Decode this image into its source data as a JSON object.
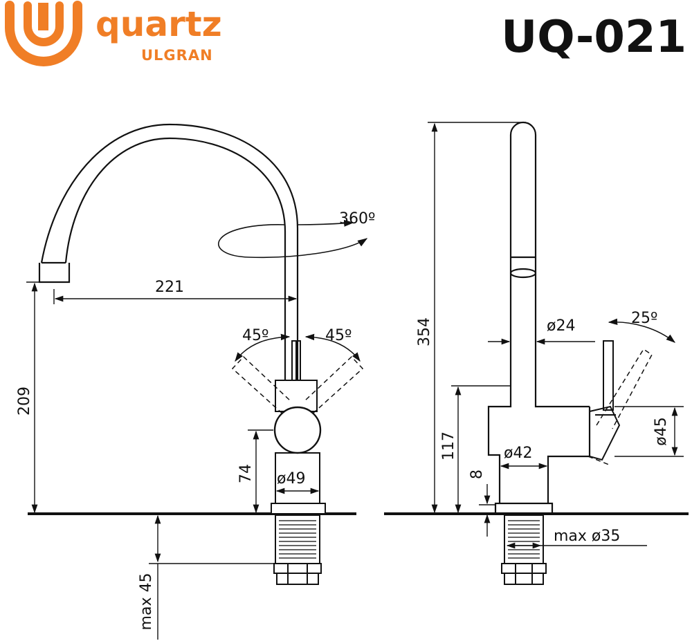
{
  "brand": {
    "name": "quartz",
    "subtitle": "ULGRAN",
    "color": "#f07e26"
  },
  "model": "UQ-021",
  "dimensions": {
    "rotation": "360º",
    "spout_reach": "221",
    "lever_left_angle": "45º",
    "lever_right_angle": "45º",
    "spout_height": "209",
    "body_height": "74",
    "body_diameter": "ø49",
    "max_mount_thickness": "max 45",
    "total_height": "354",
    "spout_diameter": "ø24",
    "lever_side_angle": "25º",
    "base_height": "117",
    "base_diameter": "ø42",
    "lever_hub_diameter": "ø45",
    "flange_height": "8",
    "max_hole_diameter": "max ø35"
  }
}
